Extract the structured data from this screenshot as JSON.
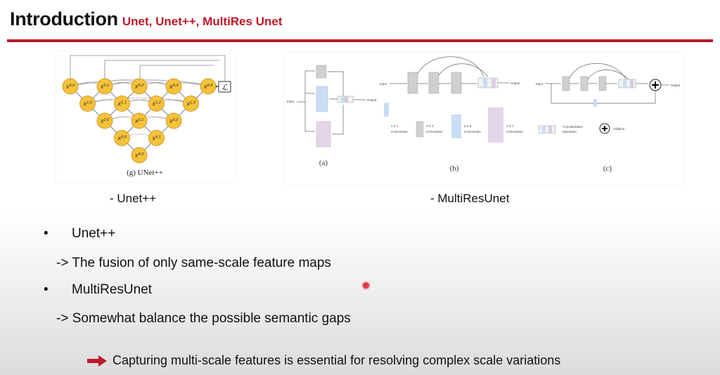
{
  "header": {
    "title": "Introduction",
    "subtitle": "Unet, Unet++, MultiRes Unet"
  },
  "figures": {
    "unetpp": {
      "caption": "- Unet++",
      "inner_caption": "(g) UNet++",
      "loss_symbol": "ℒ",
      "nodes": [
        {
          "sup": "0,0"
        },
        {
          "sup": "0,1"
        },
        {
          "sup": "0,2"
        },
        {
          "sup": "0,3"
        },
        {
          "sup": "0,4"
        },
        {
          "sup": "1,0"
        },
        {
          "sup": "1,1"
        },
        {
          "sup": "1,2"
        },
        {
          "sup": "1,3"
        },
        {
          "sup": "2,0"
        },
        {
          "sup": "2,1"
        },
        {
          "sup": "2,2"
        },
        {
          "sup": "3,0"
        },
        {
          "sup": "3,1"
        },
        {
          "sup": "4,0"
        }
      ]
    },
    "multiresunet": {
      "caption": "- MultiResUnet",
      "panels": [
        "(a)",
        "(b)",
        "(c)"
      ],
      "labels": {
        "input": "Input",
        "output": "Output",
        "k1": "1 X 1",
        "k3": "3 X 3",
        "k5": "5 X 5",
        "k7": "7 X 7",
        "convolution": "Convolution",
        "concat_line1": "Concatenation",
        "concat_line2": "Operation",
        "addition": "Addition"
      }
    }
  },
  "bullets": [
    {
      "title": "Unet++",
      "detail": "-> The fusion of only same-scale feature maps"
    },
    {
      "title": "MultiResUnet",
      "detail": "-> Somewhat balance the possible semantic gaps"
    }
  ],
  "conclusion": "Capturing multi-scale features is essential for resolving complex scale variations",
  "colors": {
    "accent_red": "#c0182a",
    "node_fill": "#f5c23a",
    "node_stroke": "#c98a12"
  }
}
